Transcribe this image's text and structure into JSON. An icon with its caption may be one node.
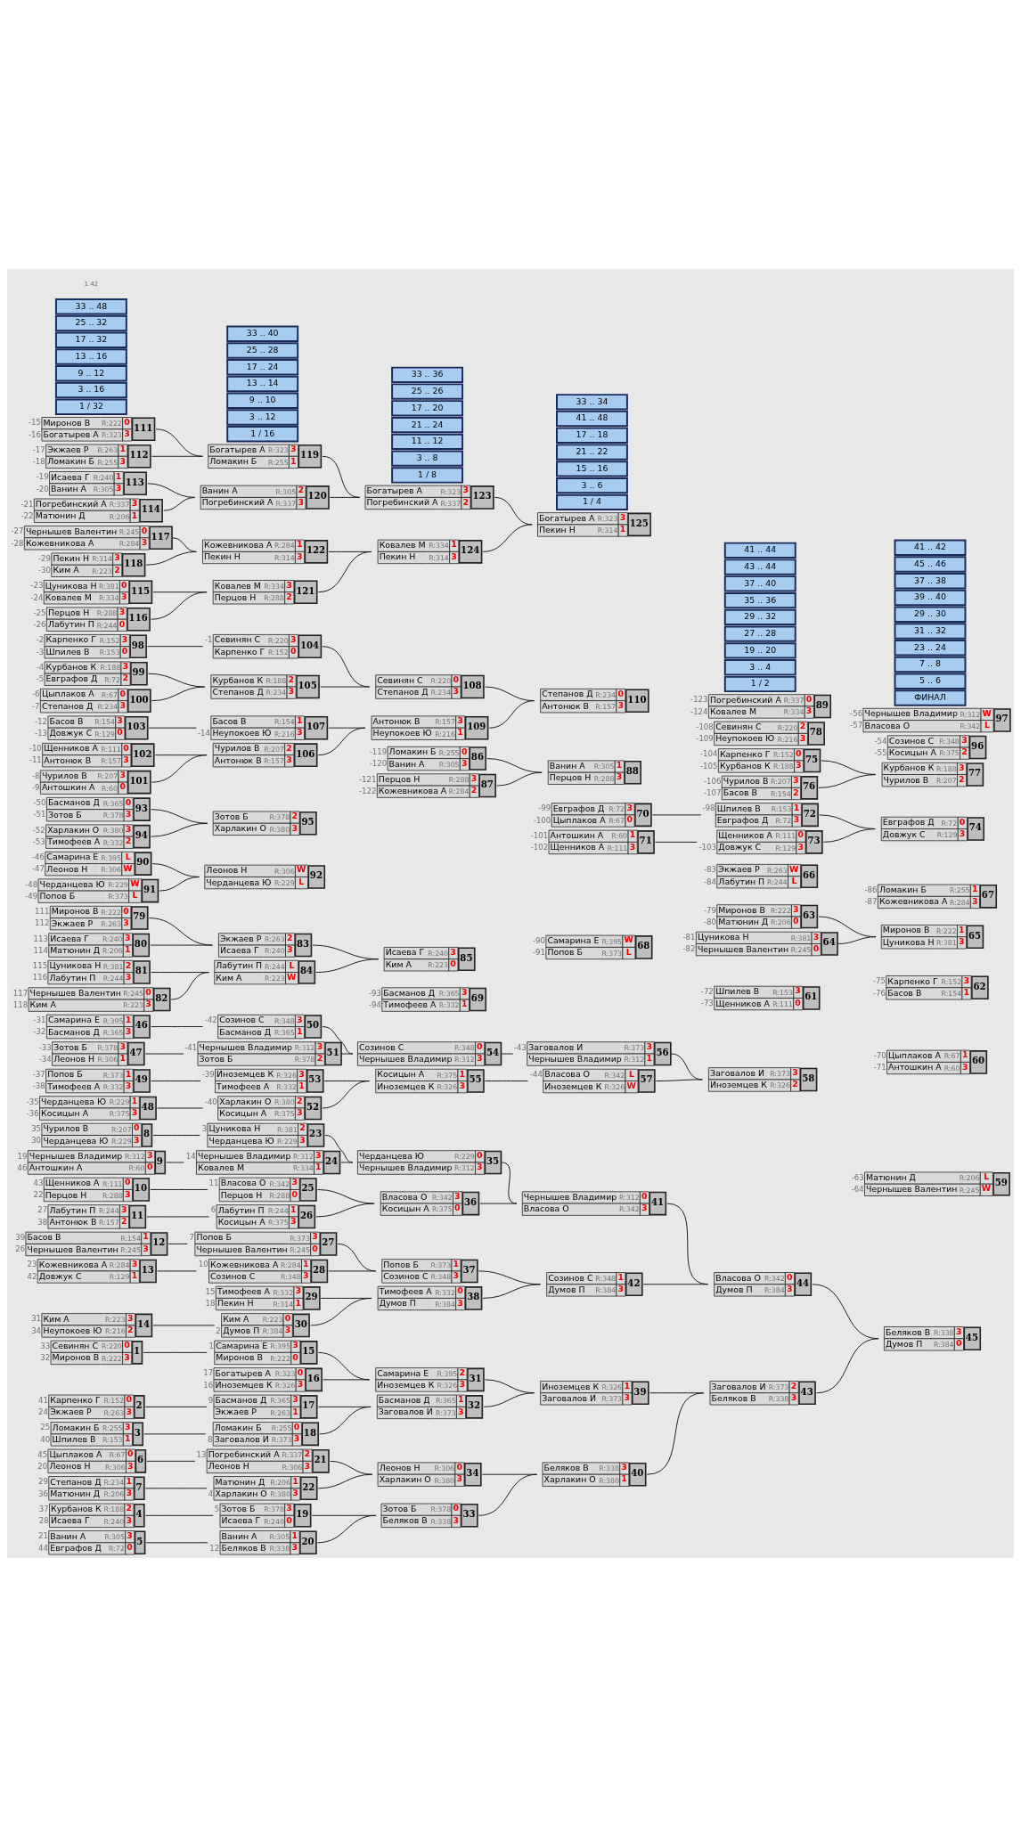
{
  "diagram": {
    "nodes": [
      {
        "text": [
          "Севинян С",
          "R:220",
          "0",
          "Миронов В",
          "R:222",
          "3",
          "1"
        ],
        "beside": [
          "33",
          "32"
        ]
      },
      {
        "text": [
          "Карпенко Г",
          "R:152",
          "0",
          "Экжаев Р",
          "R:263",
          "3",
          "2"
        ],
        "beside": [
          "41",
          "24"
        ]
      },
      {
        "text": [
          "Ломакин Б",
          "R:255",
          "3",
          "Шпилев В",
          "R:153",
          "1",
          "3"
        ],
        "beside": [
          "25",
          "40"
        ]
      },
      {
        "text": [
          "Курбанов К",
          "R:188",
          "2",
          "Исаева Г",
          "R:240",
          "3",
          "4"
        ],
        "beside": [
          "37",
          "28"
        ]
      },
      {
        "text": [
          "Ванин А",
          "R:305",
          "3",
          "Евграфов Д",
          "R:72",
          "0",
          "5"
        ],
        "beside": [
          "21",
          "44"
        ]
      },
      {
        "text": [
          "Цыплаков А",
          "R:67",
          "0",
          "Леонов Н",
          "R:306",
          "3",
          "6"
        ],
        "beside": [
          "45",
          "20"
        ]
      },
      {
        "text": [
          "Степанов Д",
          "R:234",
          "1",
          "Матюнин Д",
          "R:206",
          "3",
          "7"
        ],
        "beside": [
          "29",
          "36"
        ]
      },
      {
        "text": [
          "Чурилов В",
          "R:207",
          "0",
          "Черданцева Ю",
          "R:229",
          "3",
          "8"
        ],
        "beside": [
          "35",
          "30"
        ]
      },
      {
        "text": [
          "Чернышев Владимир",
          "R:312",
          "3",
          "Антошкин А",
          "R:60",
          "0",
          "9"
        ],
        "beside": [
          "19",
          "46"
        ]
      },
      {
        "text": [
          "Щенников А",
          "R:111",
          "0",
          "Перцов Н",
          "R:288",
          "3",
          "10"
        ],
        "beside": [
          "43",
          "22"
        ]
      },
      {
        "text": [
          "Лабутин П",
          "R:244",
          "3",
          "Антонюк В",
          "R:157",
          "2",
          "11"
        ],
        "beside": [
          "27",
          "38"
        ]
      },
      {
        "text": [
          "Басов В",
          "R:154",
          "1",
          "Чернышев Валентин",
          "R:245",
          "3",
          "12"
        ],
        "beside": [
          "39",
          "26"
        ]
      },
      {
        "text": [
          "Кожевникова А",
          "R:284",
          "3",
          "Довжук С",
          "R:129",
          "1",
          "13"
        ],
        "beside": [
          "23",
          "42"
        ]
      },
      {
        "text": [
          "Ким А",
          "R:223",
          "3",
          "Неупокоев Ю",
          "R:216",
          "2",
          "14"
        ],
        "beside": [
          "31",
          "34"
        ]
      },
      {
        "text": [
          "Самарина Е",
          "R:395",
          "3",
          "Миронов В",
          "R:222",
          "0",
          "15"
        ],
        "beside": [
          "1"
        ]
      },
      {
        "text": [
          "Богатырев А",
          "R:323",
          "0",
          "Иноземцев К",
          "R:326",
          "3",
          "16"
        ],
        "beside": [
          "17",
          "16"
        ]
      },
      {
        "text": [
          "Басманов Д",
          "R:365",
          "3",
          "Экжаев Р",
          "R:263",
          "1",
          "17"
        ],
        "beside": [
          "9"
        ]
      },
      {
        "text": [
          "Ломакин Б",
          "R:255",
          "0",
          "Заговалов И",
          "R:373",
          "3",
          "18"
        ],
        "beside": [
          "8"
        ]
      },
      {
        "text": [
          "Зотов Б",
          "R:378",
          "3",
          "Исаева Г",
          "R:240",
          "0",
          "19"
        ],
        "beside": [
          "5"
        ]
      },
      {
        "text": [
          "Ванин А",
          "R:305",
          "1",
          "Беляков В",
          "R:338",
          "3",
          "20"
        ],
        "beside": [
          "12"
        ]
      },
      {
        "text": [
          "Погребинский А",
          "R:337",
          "2",
          "Леонов Н",
          "R:306",
          "3",
          "21"
        ],
        "beside": [
          "13"
        ]
      },
      {
        "text": [
          "Матюнин Д",
          "R:206",
          "1",
          "Харлакин О",
          "R:380",
          "3",
          "22"
        ],
        "beside": [
          "4"
        ]
      },
      {
        "text": [
          "Цуникова Н",
          "R:381",
          "2",
          "Черданцева Ю",
          "R:229",
          "3",
          "23"
        ],
        "beside": [
          "3"
        ]
      },
      {
        "text": [
          "Чернышев Владимир",
          "R:312",
          "3",
          "Ковалев М",
          "R:334",
          "1",
          "24"
        ],
        "beside": [
          "14"
        ]
      },
      {
        "text": [
          "Власова О",
          "R:342",
          "3",
          "Перцов Н",
          "R:288",
          "0",
          "25"
        ],
        "beside": [
          "11"
        ]
      },
      {
        "text": [
          "Лабутин П",
          "R:244",
          "1",
          "Косицын А",
          "R:375",
          "3",
          "26"
        ],
        "beside": [
          "6"
        ]
      },
      {
        "text": [
          "Попов Б",
          "R:373",
          "3",
          "Чернышев Валентин",
          "R:245",
          "0",
          "27"
        ],
        "beside": [
          "7"
        ]
      },
      {
        "text": [
          "Кожевникова А",
          "R:284",
          "1",
          "Созинов С",
          "R:348",
          "3",
          "28"
        ],
        "beside": [
          "10"
        ]
      },
      {
        "text": [
          "Тимофеев А",
          "R:332",
          "3",
          "Пекин Н",
          "R:314",
          "1",
          "29"
        ],
        "beside": [
          "15",
          "18"
        ]
      },
      {
        "text": [
          "Ким А",
          "R:223",
          "0",
          "Думов П",
          "R:384",
          "3",
          "30"
        ],
        "beside": [
          "2"
        ]
      },
      {
        "text": [
          "Самарина Е",
          "R:395",
          "2",
          "Иноземцев К",
          "R:326",
          "3",
          "31"
        ]
      },
      {
        "text": [
          "Басманов Д",
          "R:365",
          "1",
          "Заговалов И",
          "R:373",
          "3",
          "32"
        ]
      },
      {
        "text": [
          "Зотов Б",
          "R:378",
          "0",
          "Беляков В",
          "R:338",
          "3",
          "33"
        ]
      },
      {
        "text": [
          "Леонов Н",
          "R:306",
          "0",
          "Харлакин О",
          "R:380",
          "3",
          "34"
        ]
      },
      {
        "text": [
          "Черданцева Ю",
          "R:229",
          "0",
          "Чернышев Владимир",
          "R:312",
          "3",
          "35"
        ]
      },
      {
        "text": [
          "Власова О",
          "R:342",
          "3",
          "Косицын А",
          "R:375",
          "0",
          "36"
        ]
      },
      {
        "text": [
          "Попов Б",
          "R:373",
          "1",
          "Созинов С",
          "R:348",
          "3",
          "37"
        ]
      },
      {
        "text": [
          "Тимофеев А",
          "R:332",
          "0",
          "Думов П",
          "R:384",
          "3",
          "38"
        ]
      },
      {
        "text": [
          "Иноземцев К",
          "R:326",
          "1",
          "Заговалов И",
          "R:373",
          "3",
          "39"
        ]
      },
      {
        "text": [
          "Беляков В",
          "R:338",
          "3",
          "Харлакин О",
          "R:380",
          "1",
          "40"
        ]
      },
      {
        "text": [
          "Чернышев Владимир",
          "R:312",
          "0",
          "Власова О",
          "R:342",
          "3",
          "41"
        ]
      },
      {
        "text": [
          "Созинов С",
          "R:348",
          "1",
          "Думов П",
          "R:384",
          "3",
          "42"
        ]
      },
      {
        "text": [
          "Заговалов И",
          "R:373",
          "2",
          "Беляков В",
          "R:338",
          "3",
          "43"
        ]
      },
      {
        "text": [
          "Власова О",
          "R:342",
          "0",
          "Думов П",
          "R:384",
          "3",
          "44"
        ]
      },
      {
        "text": [
          "Беляков В",
          "R:338",
          "3",
          "Думов П",
          "R:384",
          "0",
          "45"
        ]
      },
      {
        "text": [
          "Самарина Е",
          "R:395",
          "1",
          "Басманов Д",
          "R:365",
          "3",
          "46"
        ],
        "beside": [
          "-31",
          "-32"
        ]
      },
      {
        "text": [
          "Зотов Б",
          "R:378",
          "3",
          "Леонов Н",
          "R:306",
          "1",
          "47"
        ],
        "beside": [
          "-33",
          "-34"
        ]
      },
      {
        "text": [
          "Черданцева Ю",
          "R:229",
          "1",
          "Косицын А",
          "R:375",
          "3",
          "48"
        ],
        "beside": [
          "-35",
          "-36"
        ]
      },
      {
        "text": [
          "Попов Б",
          "R:373",
          "1",
          "Тимофеев А",
          "R:332",
          "3",
          "49"
        ],
        "beside": [
          "-37",
          "-38"
        ]
      },
      {
        "text": [
          "Созинов С",
          "R:348",
          "3",
          "Басманов Д",
          "R:365",
          "1",
          "50"
        ],
        "beside": [
          "-42"
        ]
      },
      {
        "text": [
          "Чернышев Владимир",
          "R:312",
          "3",
          "Зотов Б",
          "R:378",
          "2",
          "51"
        ],
        "beside": [
          "-41"
        ]
      },
      {
        "text": [
          "Харлакин О",
          "R:380",
          "2",
          "Косицын А",
          "R:375",
          "3",
          "52"
        ],
        "beside": [
          "-40"
        ]
      },
      {
        "text": [
          "Иноземцев К",
          "R:326",
          "3",
          "Тимофеев А",
          "R:332",
          "1",
          "53"
        ],
        "beside": [
          "-39"
        ]
      },
      {
        "text": [
          "Созинов С",
          "R:348",
          "0",
          "Чернышев Владимир",
          "R:312",
          "3",
          "54"
        ]
      },
      {
        "text": [
          "Косицын А",
          "R:375",
          "1",
          "Иноземцев К",
          "R:326",
          "3",
          "55"
        ]
      },
      {
        "text": [
          "Заговалов И",
          "R:373",
          "3",
          "Чернышев Владимир",
          "R:312",
          "1",
          "56"
        ],
        "beside": [
          "-43"
        ]
      },
      {
        "text": [
          "Власова О",
          "R:342",
          "L",
          "Иноземцев К",
          "R:326",
          "W",
          "57"
        ],
        "beside": [
          "-44"
        ]
      },
      {
        "text": [
          "Заговалов И",
          "R:373",
          "3",
          "Иноземцев К",
          "R:326",
          "2",
          "58"
        ]
      },
      {
        "text": [
          "Матюнин Д",
          "R:206",
          "L",
          "Чернышев Валентин",
          "R:245",
          "W",
          "59"
        ],
        "beside": [
          "-63",
          "-64"
        ]
      },
      {
        "text": [
          "Цыплаков А",
          "R:67",
          "1",
          "Антошкин А",
          "R:60",
          "3",
          "60"
        ],
        "beside": [
          "-70",
          "-71"
        ]
      },
      {
        "text": [
          "Шпилев В",
          "R:153",
          "3",
          "Щенников А",
          "R:111",
          "0",
          "61"
        ],
        "beside": [
          "-72",
          "-73"
        ]
      },
      {
        "text": [
          "Карпенко Г",
          "R:152",
          "3",
          "Басов В",
          "R:154",
          "1",
          "62"
        ],
        "beside": [
          "-75",
          "-76"
        ]
      },
      {
        "text": [
          "Миронов В",
          "R:222",
          "3",
          "Матюнин Д",
          "R:206",
          "0",
          "63"
        ],
        "beside": [
          "-79",
          "-80"
        ]
      },
      {
        "text": [
          "Цуникова Н",
          "R:381",
          "3",
          "Чернышев Валентин",
          "R:245",
          "0",
          "64"
        ],
        "beside": [
          "-81",
          "-82"
        ]
      },
      {
        "text": [
          "Миронов В",
          "R:222",
          "1",
          "Цуникова Н",
          "R:381",
          "3",
          "65"
        ]
      },
      {
        "text": [
          "Экжаев Р",
          "R:263",
          "W",
          "Лабутин П",
          "R:244",
          "L",
          "66"
        ],
        "beside": [
          "-83",
          "-84"
        ]
      },
      {
        "text": [
          "Ломакин Б",
          "R:255",
          "1",
          "Кожевникова А",
          "R:284",
          "3",
          "67"
        ],
        "beside": [
          "-86",
          "-87"
        ]
      },
      {
        "text": [
          "Самарина Е",
          "R:395",
          "W",
          "Попов Б",
          "R:373",
          "L",
          "68"
        ],
        "beside": [
          "-90",
          "-91"
        ]
      },
      {
        "text": [
          "Басманов Д",
          "R:365",
          "3",
          "Тимофеев А",
          "R:332",
          "1",
          "69"
        ],
        "beside": [
          "-93",
          "-94"
        ]
      },
      {
        "text": [
          "Евграфов Д",
          "R:72",
          "3",
          "Цыплаков А",
          "R:67",
          "0",
          "70"
        ],
        "beside": [
          "-99",
          "-100"
        ]
      },
      {
        "text": [
          "Антошкин А",
          "R:60",
          "1",
          "Щенников А",
          "R:111",
          "3",
          "71"
        ],
        "beside": [
          "-101",
          "-102"
        ]
      },
      {
        "text": [
          "Шпилев В",
          "R:153",
          "1",
          "Евграфов Д",
          "R:72",
          "3",
          "72"
        ],
        "beside": [
          "-98"
        ]
      },
      {
        "text": [
          "Щенников А",
          "R:111",
          "0",
          "Довжук С",
          "R:129",
          "3",
          "73"
        ],
        "beside": [
          "-103"
        ]
      },
      {
        "text": [
          "Евграфов Д",
          "R:72",
          "0",
          "Довжук С",
          "R:129",
          "3",
          "74"
        ]
      },
      {
        "text": [
          "Карпенко Г",
          "R:152",
          "0",
          "Курбанов К",
          "R:188",
          "3",
          "75"
        ],
        "beside": [
          "-104",
          "-105"
        ]
      },
      {
        "text": [
          "Чурилов В",
          "R:207",
          "3",
          "Басов В",
          "R:154",
          "2",
          "76"
        ],
        "beside": [
          "-106",
          "-107"
        ]
      },
      {
        "text": [
          "Курбанов К",
          "R:188",
          "3",
          "Чурилов В",
          "R:207",
          "2",
          "77"
        ]
      },
      {
        "text": [
          "Севинян С",
          "R:220",
          "2",
          "Неупокоев Ю",
          "R:216",
          "3",
          "78"
        ],
        "beside": [
          "-108",
          "-109"
        ]
      },
      {
        "text": [
          "Миронов В",
          "R:222",
          "0",
          "Экжаев Р",
          "R:263",
          "3",
          "79"
        ],
        "beside": [
          "111",
          "112"
        ]
      },
      {
        "text": [
          "Исаева Г",
          "R:240",
          "3",
          "Матюнин Д",
          "R:206",
          "1",
          "80"
        ],
        "beside": [
          "113",
          "114"
        ]
      },
      {
        "text": [
          "Цуникова Н",
          "R:381",
          "2",
          "Лабутин П",
          "R:244",
          "3",
          "81"
        ],
        "beside": [
          "115",
          "116"
        ]
      },
      {
        "text": [
          "Чернышев Валентин",
          "R:245",
          "0",
          "Ким А",
          "R:223",
          "3",
          "82"
        ],
        "beside": [
          "117",
          "118"
        ]
      },
      {
        "text": [
          "Экжаев Р",
          "R:263",
          "2",
          "Исаева Г",
          "R:240",
          "3",
          "83"
        ]
      },
      {
        "text": [
          "Лабутин П",
          "R:244",
          "L",
          "Ким А",
          "R:223",
          "W",
          "84"
        ]
      },
      {
        "text": [
          "Исаева Г",
          "R:240",
          "3",
          "Ким А",
          "R:223",
          "0",
          "85"
        ]
      },
      {
        "text": [
          "Ломакин Б",
          "R:255",
          "0",
          "Ванин А",
          "R:305",
          "3",
          "86"
        ],
        "beside": [
          "-119",
          "-120"
        ]
      },
      {
        "text": [
          "Перцов Н",
          "R:288",
          "3",
          "Кожевникова А",
          "R:284",
          "2",
          "87"
        ],
        "beside": [
          "-121",
          "-122"
        ]
      },
      {
        "text": [
          "Ванин А",
          "R:305",
          "1",
          "Перцов Н",
          "R:288",
          "3",
          "88"
        ]
      },
      {
        "text": [
          "Погребинский А",
          "R:337",
          "0",
          "Ковалев М",
          "R:334",
          "3",
          "89"
        ],
        "beside": [
          "-123",
          "-124"
        ]
      },
      {
        "text": [
          "Самарина Е",
          "R:395",
          "L",
          "Леонов Н",
          "R:306",
          "W",
          "90"
        ],
        "beside": [
          "-46",
          "-47"
        ]
      },
      {
        "text": [
          "Черданцева Ю",
          "R:229",
          "W",
          "Попов Б",
          "R:373",
          "L",
          "91"
        ],
        "beside": [
          "-48",
          "-49"
        ]
      },
      {
        "text": [
          "Леонов Н",
          "R:306",
          "W",
          "Черданцева Ю",
          "R:229",
          "L",
          "92"
        ]
      },
      {
        "text": [
          "Басманов Д",
          "R:365",
          "0",
          "Зотов Б",
          "R:378",
          "3",
          "93"
        ],
        "beside": [
          "-50",
          "-51"
        ]
      },
      {
        "text": [
          "Харлакин О",
          "R:380",
          "3",
          "Тимофеев А",
          "R:332",
          "2",
          "94"
        ],
        "beside": [
          "-52",
          "-53"
        ]
      },
      {
        "text": [
          "Зотов Б",
          "R:378",
          "2",
          "Харлакин О",
          "R:380",
          "3",
          "95"
        ]
      },
      {
        "text": [
          "Созинов С",
          "R:348",
          "3",
          "Косицын А",
          "R:375",
          "2",
          "96"
        ],
        "beside": [
          "-54",
          "-55"
        ]
      },
      {
        "text": [
          "Чернышев Владимир",
          "R:312",
          "W",
          "Власова О",
          "R:342",
          "L",
          "97"
        ],
        "beside": [
          "-56",
          "-57"
        ]
      },
      {
        "text": [
          "Карпенко Г",
          "R:152",
          "3",
          "Шпилев В",
          "R:153",
          "0",
          "98"
        ],
        "beside": [
          "-2",
          "-3"
        ]
      },
      {
        "text": [
          "Курбанов К",
          "R:188",
          "3",
          "Евграфов Д",
          "R:72",
          "2",
          "99"
        ],
        "beside": [
          "-4",
          "-5"
        ]
      },
      {
        "text": [
          "Цыплаков А",
          "R:67",
          "0",
          "Степанов Д",
          "R:234",
          "3",
          "100"
        ],
        "beside": [
          "-6",
          "-7"
        ]
      },
      {
        "text": [
          "Чурилов В",
          "R:207",
          "3",
          "Антошкин А",
          "R:60",
          "0",
          "101"
        ],
        "beside": [
          "-8",
          "-9"
        ]
      },
      {
        "text": [
          "Щенников А",
          "R:111",
          "0",
          "Антонюк В",
          "R:157",
          "3",
          "102"
        ],
        "beside": [
          "-10",
          "-11"
        ]
      },
      {
        "text": [
          "Басов В",
          "R:154",
          "3",
          "Довжук С",
          "R:129",
          "0",
          "103"
        ],
        "beside": [
          "-12",
          "-13"
        ]
      },
      {
        "text": [
          "Севинян С",
          "R:220",
          "3",
          "Карпенко Г",
          "R:152",
          "0",
          "104"
        ],
        "beside": [
          "-1"
        ]
      },
      {
        "text": [
          "Курбанов К",
          "R:188",
          "2",
          "Степанов Д",
          "R:234",
          "3",
          "105"
        ]
      },
      {
        "text": [
          "Чурилов В",
          "R:207",
          "2",
          "Антонюк В",
          "R:157",
          "3",
          "106"
        ]
      },
      {
        "text": [
          "Басов В",
          "R:154",
          "1",
          "Неупокоев Ю",
          "R:216",
          "3",
          "107"
        ],
        "beside": [
          "-14"
        ]
      },
      {
        "text": [
          "Севинян С",
          "R:220",
          "0",
          "Степанов Д",
          "R:234",
          "3",
          "108"
        ]
      },
      {
        "text": [
          "Антонюк В",
          "R:157",
          "3",
          "Неупокоев Ю",
          "R:216",
          "1",
          "109"
        ]
      },
      {
        "text": [
          "Степанов Д",
          "R:234",
          "0",
          "Антонюк В",
          "R:157",
          "3",
          "110"
        ]
      },
      {
        "text": [
          "Миронов В",
          "R:222",
          "0",
          "Богатырев А",
          "R:323",
          "3",
          "111"
        ],
        "beside": [
          "-15",
          "-16"
        ]
      },
      {
        "text": [
          "Экжаев Р",
          "R:263",
          "1",
          "Ломакин Б",
          "R:255",
          "3",
          "112"
        ],
        "beside": [
          "-17",
          "-18"
        ]
      },
      {
        "text": [
          "Исаева Г",
          "R:240",
          "1",
          "Ванин А",
          "R:305",
          "3",
          "113"
        ],
        "beside": [
          "-19",
          "-20"
        ]
      },
      {
        "text": [
          "Погребинский А",
          "R:337",
          "3",
          "Матюнин Д",
          "R:206",
          "1",
          "114"
        ],
        "beside": [
          "-21",
          "-22"
        ]
      },
      {
        "text": [
          "Цуникова Н",
          "R:381",
          "0",
          "Ковалев М",
          "R:334",
          "3",
          "115"
        ],
        "beside": [
          "-23",
          "-24"
        ]
      },
      {
        "text": [
          "Перцов Н",
          "R:288",
          "3",
          "Лабутин П",
          "R:244",
          "0",
          "116"
        ],
        "beside": [
          "-25",
          "-26"
        ]
      },
      {
        "text": [
          "Чернышев Валентин",
          "R:245",
          "0",
          "Кожевникова А",
          "R:284",
          "3",
          "117"
        ],
        "beside": [
          "-27",
          "-28"
        ]
      },
      {
        "text": [
          "Пекин Н",
          "R:314",
          "3",
          "Ким А",
          "R:223",
          "2",
          "118"
        ],
        "beside": [
          "-29",
          "-30"
        ]
      },
      {
        "text": [
          "Богатырев А",
          "R:323",
          "3",
          "Ломакин Б",
          "R:255",
          "1",
          "119"
        ]
      },
      {
        "text": [
          "Ванин А",
          "R:305",
          "2",
          "Погребинский А",
          "R:337",
          "3",
          "120"
        ]
      },
      {
        "text": [
          "Ковалев М",
          "R:334",
          "3",
          "Перцов Н",
          "R:288",
          "2",
          "121"
        ]
      },
      {
        "text": [
          "Кожевникова А",
          "R:284",
          "1",
          "Пекин Н",
          "R:314",
          "3",
          "122"
        ]
      },
      {
        "text": [
          "Богатырев А",
          "R:323",
          "3",
          "Погребинский А",
          "R:337",
          "2",
          "123"
        ]
      },
      {
        "text": [
          "Ковалев М",
          "R:334",
          "1",
          "Пекин Н",
          "R:314",
          "3",
          "124"
        ]
      },
      {
        "text": [
          "Богатырев А",
          "R:323",
          "3",
          "Пекин Н",
          "R:314",
          "1",
          "125"
        ]
      },
      {
        "text": [
          "1 / 32"
        ]
      },
      {
        "text": [
          "1 / 16"
        ]
      },
      {
        "text": [
          "1 / 8"
        ]
      },
      {
        "text": [
          "1 / 4"
        ]
      },
      {
        "text": [
          "1 / 2"
        ]
      },
      {
        "text": [
          "ФИНАЛ"
        ]
      },
      {
        "text": [
          "3 .. 16"
        ]
      },
      {
        "text": [
          "3 .. 12"
        ]
      },
      {
        "text": [
          "3 .. 8"
        ]
      },
      {
        "text": [
          "3 .. 6"
        ]
      },
      {
        "text": [
          "3 .. 4"
        ]
      },
      {
        "text": [
          "5 .. 6"
        ]
      },
      {
        "text": [
          "7 .. 8"
        ]
      },
      {
        "text": [
          "9 .. 12"
        ]
      },
      {
        "text": [
          "9 .. 10"
        ]
      },
      {
        "text": [
          "11 .. 12"
        ]
      },
      {
        "text": [
          "15 .. 16"
        ]
      },
      {
        "text": [
          "19 .. 20"
        ]
      },
      {
        "text": [
          "23 .. 24"
        ]
      },
      {
        "text": [
          "13 .. 16"
        ]
      },
      {
        "text": [
          "13 .. 14"
        ]
      },
      {
        "text": [
          "21 .. 24"
        ]
      },
      {
        "text": [
          "21 .. 22"
        ]
      },
      {
        "text": [
          "27 .. 28"
        ]
      },
      {
        "text": [
          "31 .. 32"
        ]
      },
      {
        "text": [
          "17 .. 32"
        ]
      },
      {
        "text": [
          "17 .. 24"
        ]
      },
      {
        "text": [
          "17 .. 20"
        ]
      },
      {
        "text": [
          "17 .. 18"
        ]
      },
      {
        "text": [
          "29 .. 32"
        ]
      },
      {
        "text": [
          "29 .. 30"
        ]
      },
      {
        "text": [
          "35 .. 36"
        ]
      },
      {
        "text": [
          "39 .. 40"
        ]
      },
      {
        "text": [
          "37 .. 40"
        ]
      },
      {
        "text": [
          "37 .. 38"
        ]
      },
      {
        "text": [
          "43 .. 44"
        ]
      },
      {
        "text": [
          "45 .. 46"
        ]
      },
      {
        "text": [
          "25 .. 32"
        ]
      },
      {
        "text": [
          "25 .. 28"
        ]
      },
      {
        "text": [
          "25 .. 26"
        ]
      },
      {
        "text": [
          "41 .. 48"
        ]
      },
      {
        "text": [
          "41 .. 44"
        ]
      },
      {
        "text": [
          "41 .. 42"
        ]
      },
      {
        "text": [
          "33 .. 48"
        ]
      },
      {
        "text": [
          "33 .. 40"
        ]
      },
      {
        "text": [
          "33 .. 36"
        ]
      },
      {
        "text": [
          "33 .. 34"
        ]
      }
    ],
    "edges": [
      {
        "from": 0,
        "to": 14,
        "arrow": "none"
      },
      {
        "from": 1,
        "to": 16,
        "arrow": "none"
      },
      {
        "from": 2,
        "to": 17,
        "arrow": "none"
      },
      {
        "from": 3,
        "to": 18,
        "arrow": "none"
      },
      {
        "from": 4,
        "to": 19,
        "arrow": "none"
      },
      {
        "from": 5,
        "to": 20,
        "arrow": "none"
      },
      {
        "from": 6,
        "to": 21,
        "arrow": "none"
      },
      {
        "from": 7,
        "to": 22,
        "arrow": "none"
      },
      {
        "from": 8,
        "to": 23,
        "arrow": "none"
      },
      {
        "from": 9,
        "to": 24,
        "arrow": "none"
      },
      {
        "from": 10,
        "to": 25,
        "arrow": "none"
      },
      {
        "from": 11,
        "to": 26,
        "arrow": "none"
      },
      {
        "from": 12,
        "to": 27,
        "arrow": "none"
      },
      {
        "from": 13,
        "to": 29,
        "arrow": "none"
      },
      {
        "from": 14,
        "to": 30,
        "arrow": "none"
      },
      {
        "from": 15,
        "to": 30,
        "arrow": "none"
      },
      {
        "from": 16,
        "to": 31,
        "arrow": "none"
      },
      {
        "from": 17,
        "to": 31,
        "arrow": "none"
      },
      {
        "from": 18,
        "to": 32,
        "arrow": "none"
      },
      {
        "from": 19,
        "to": 32,
        "arrow": "none"
      },
      {
        "from": 20,
        "to": 33,
        "arrow": "none"
      },
      {
        "from": 21,
        "to": 33,
        "arrow": "none"
      },
      {
        "from": 22,
        "to": 34,
        "arrow": "none"
      },
      {
        "from": 23,
        "to": 34,
        "arrow": "none"
      },
      {
        "from": 24,
        "to": 35,
        "arrow": "none"
      },
      {
        "from": 25,
        "to": 35,
        "arrow": "none"
      },
      {
        "from": 26,
        "to": 36,
        "arrow": "none"
      },
      {
        "from": 27,
        "to": 36,
        "arrow": "none"
      },
      {
        "from": 28,
        "to": 37,
        "arrow": "none"
      },
      {
        "from": 29,
        "to": 37,
        "arrow": "none"
      },
      {
        "from": 30,
        "to": 38,
        "arrow": "none"
      },
      {
        "from": 31,
        "to": 38,
        "arrow": "none"
      },
      {
        "from": 32,
        "to": 39,
        "arrow": "none"
      },
      {
        "from": 33,
        "to": 39,
        "arrow": "none"
      },
      {
        "from": 34,
        "to": 40,
        "arrow": "none"
      },
      {
        "from": 35,
        "to": 40,
        "arrow": "none"
      },
      {
        "from": 36,
        "to": 41,
        "arrow": "none"
      },
      {
        "from": 37,
        "to": 41,
        "arrow": "none"
      },
      {
        "from": 38,
        "to": 42,
        "arrow": "none"
      },
      {
        "from": 39,
        "to": 42,
        "arrow": "none"
      },
      {
        "from": 40,
        "to": 43,
        "arrow": "none"
      },
      {
        "from": 41,
        "to": 43,
        "arrow": "none"
      },
      {
        "from": 42,
        "to": 44,
        "arrow": "none"
      },
      {
        "from": 43,
        "to": 44,
        "arrow": "none"
      },
      {
        "from": 45,
        "to": 49,
        "arrow": "none"
      },
      {
        "from": 46,
        "to": 50,
        "arrow": "none"
      },
      {
        "from": 47,
        "to": 51,
        "arrow": "none"
      },
      {
        "from": 48,
        "to": 52,
        "arrow": "none"
      },
      {
        "from": 49,
        "to": 53,
        "arrow": "none"
      },
      {
        "from": 50,
        "to": 53,
        "arrow": "none"
      },
      {
        "from": 51,
        "to": 54,
        "arrow": "none"
      },
      {
        "from": 52,
        "to": 54,
        "arrow": "none"
      },
      {
        "from": 53,
        "to": 55,
        "arrow": "none"
      },
      {
        "from": 54,
        "to": 56,
        "arrow": "none"
      },
      {
        "from": 55,
        "to": 57,
        "arrow": "none"
      },
      {
        "from": 56,
        "to": 57,
        "arrow": "none"
      },
      {
        "from": 62,
        "to": 64,
        "arrow": "none"
      },
      {
        "from": 63,
        "to": 64,
        "arrow": "none"
      },
      {
        "from": 69,
        "to": 71,
        "arrow": "none"
      },
      {
        "from": 70,
        "to": 72,
        "arrow": "none"
      },
      {
        "from": 71,
        "to": 73,
        "arrow": "none"
      },
      {
        "from": 72,
        "to": 73,
        "arrow": "none"
      },
      {
        "from": 74,
        "to": 76,
        "arrow": "none"
      },
      {
        "from": 75,
        "to": 76,
        "arrow": "none"
      },
      {
        "from": 78,
        "to": 82,
        "arrow": "none"
      },
      {
        "from": 79,
        "to": 82,
        "arrow": "none"
      },
      {
        "from": 80,
        "to": 83,
        "arrow": "none"
      },
      {
        "from": 81,
        "to": 83,
        "arrow": "none"
      },
      {
        "from": 82,
        "to": 84,
        "arrow": "none"
      },
      {
        "from": 83,
        "to": 84,
        "arrow": "none"
      },
      {
        "from": 85,
        "to": 87,
        "arrow": "none"
      },
      {
        "from": 86,
        "to": 87,
        "arrow": "none"
      },
      {
        "from": 89,
        "to": 91,
        "arrow": "none"
      },
      {
        "from": 90,
        "to": 91,
        "arrow": "none"
      },
      {
        "from": 92,
        "to": 94,
        "arrow": "none"
      },
      {
        "from": 93,
        "to": 94,
        "arrow": "none"
      },
      {
        "from": 97,
        "to": 103,
        "arrow": "none"
      },
      {
        "from": 98,
        "to": 104,
        "arrow": "none"
      },
      {
        "from": 99,
        "to": 104,
        "arrow": "none"
      },
      {
        "from": 100,
        "to": 105,
        "arrow": "none"
      },
      {
        "from": 101,
        "to": 105,
        "arrow": "none"
      },
      {
        "from": 102,
        "to": 106,
        "arrow": "none"
      },
      {
        "from": 103,
        "to": 107,
        "arrow": "none"
      },
      {
        "from": 104,
        "to": 107,
        "arrow": "none"
      },
      {
        "from": 105,
        "to": 108,
        "arrow": "none"
      },
      {
        "from": 106,
        "to": 108,
        "arrow": "none"
      },
      {
        "from": 107,
        "to": 109,
        "arrow": "none"
      },
      {
        "from": 108,
        "to": 109,
        "arrow": "none"
      },
      {
        "from": 110,
        "to": 118,
        "arrow": "none"
      },
      {
        "from": 111,
        "to": 118,
        "arrow": "none"
      },
      {
        "from": 112,
        "to": 119,
        "arrow": "none"
      },
      {
        "from": 113,
        "to": 119,
        "arrow": "none"
      },
      {
        "from": 114,
        "to": 120,
        "arrow": "none"
      },
      {
        "from": 115,
        "to": 120,
        "arrow": "none"
      },
      {
        "from": 116,
        "to": 121,
        "arrow": "none"
      },
      {
        "from": 117,
        "to": 121,
        "arrow": "none"
      },
      {
        "from": 118,
        "to": 122,
        "arrow": "none"
      },
      {
        "from": 119,
        "to": 122,
        "arrow": "none"
      },
      {
        "from": 120,
        "to": 123,
        "arrow": "none"
      },
      {
        "from": 121,
        "to": 123,
        "arrow": "none"
      },
      {
        "from": 122,
        "to": 124,
        "arrow": "none"
      },
      {
        "from": 123,
        "to": 124,
        "arrow": "none"
      }
    ],
    "labels": [
      "1.42"
    ]
  }
}
